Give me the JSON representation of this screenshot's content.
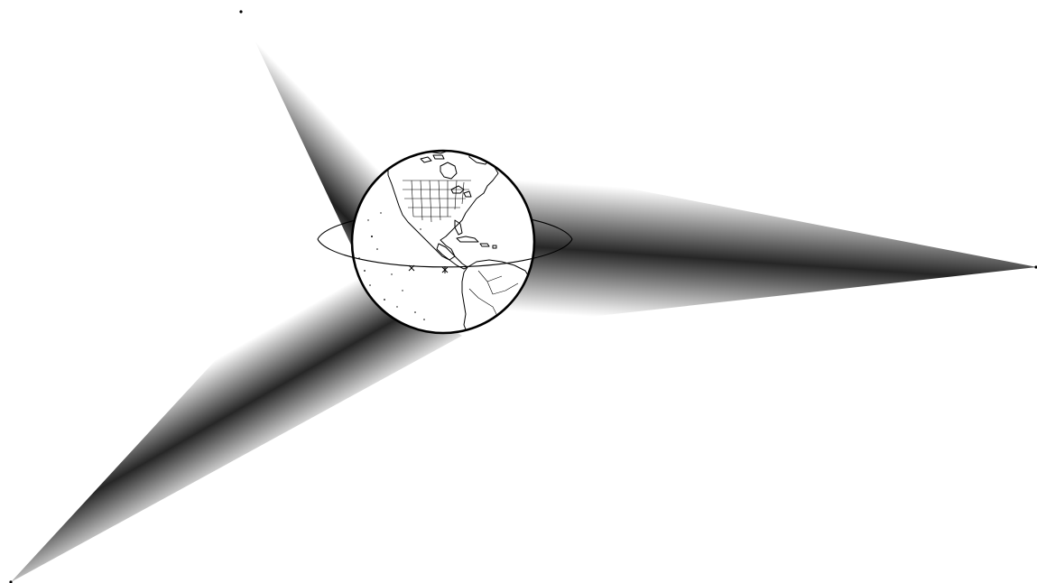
{
  "diagram": {
    "subject": "earth-with-three-satellite-coverage-cones",
    "colors": {
      "background": "#ffffff",
      "cone_edge": "#ffffff",
      "cone_core": "#1f1f1f",
      "globe_fill": "#ffffff",
      "globe_outline": "#000000",
      "land_outline": "#000000",
      "orbit_line": "#000000"
    },
    "satellites": [
      {
        "id": "satellite-upper-left"
      },
      {
        "id": "satellite-right"
      },
      {
        "id": "satellite-lower-left"
      }
    ],
    "markers": [
      {
        "id": "equator-marker-1",
        "symbol": "x"
      },
      {
        "id": "equator-marker-2",
        "symbol": "*"
      }
    ]
  }
}
